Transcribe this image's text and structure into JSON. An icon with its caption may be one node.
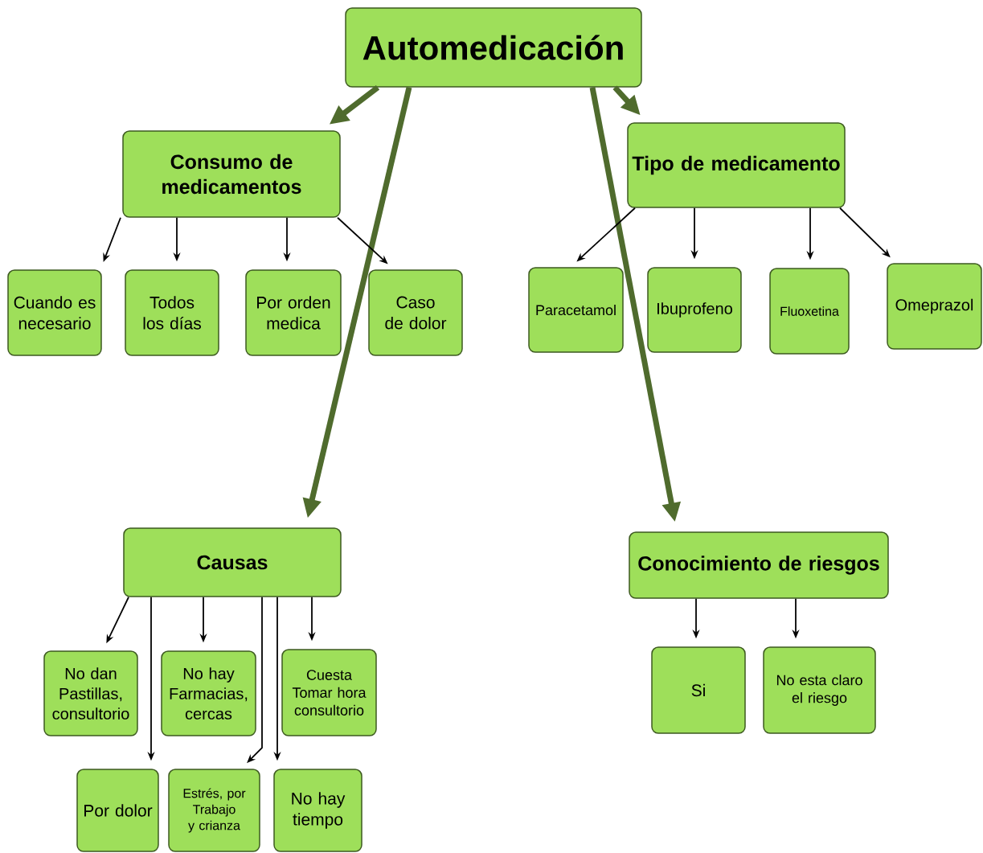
{
  "diagram": {
    "nodes": [
      {
        "text": [
          "Automedicación"
        ]
      },
      {
        "text": [
          "Consumo de medicamentos"
        ]
      },
      {
        "text": [
          "Tipo de medicamento"
        ]
      },
      {
        "text": [
          "Cuando es necesario"
        ]
      },
      {
        "text": [
          "Todos los días"
        ]
      },
      {
        "text": [
          "Por orden medica"
        ]
      },
      {
        "text": [
          "Caso de dolor"
        ]
      },
      {
        "text": [
          "Paracetamol"
        ]
      },
      {
        "text": [
          "Ibuprofeno"
        ]
      },
      {
        "text": [
          "Fluoxetina"
        ]
      },
      {
        "text": [
          "Omeprazol"
        ]
      },
      {
        "text": [
          "Causas"
        ]
      },
      {
        "text": [
          "Conocimiento de riesgos"
        ]
      },
      {
        "text": [
          "No dan Pastillas, consultorio"
        ]
      },
      {
        "text": [
          "No hay Farmacias, cercas"
        ]
      },
      {
        "text": [
          "Cuesta Tomar hora consultorio"
        ]
      },
      {
        "text": [
          "Por dolor"
        ]
      },
      {
        "text": [
          "Estrés, por Trabajo y crianza"
        ]
      },
      {
        "text": [
          "No hay tiempo"
        ]
      },
      {
        "text": [
          "Si"
        ]
      },
      {
        "text": [
          "No esta claro el riesgo"
        ]
      }
    ],
    "edges": [
      {
        "from": 0,
        "to": 1,
        "arrow": "to",
        "style": "thick",
        "color": "#4f6b2d"
      },
      {
        "from": 0,
        "to": 2,
        "arrow": "to",
        "style": "thick",
        "color": "#4f6b2d"
      },
      {
        "from": 0,
        "to": 11,
        "arrow": "to",
        "style": "thick",
        "color": "#4f6b2d"
      },
      {
        "from": 0,
        "to": 12,
        "arrow": "to",
        "style": "thick",
        "color": "#4f6b2d"
      },
      {
        "from": 1,
        "to": 3,
        "arrow": "to"
      },
      {
        "from": 1,
        "to": 4,
        "arrow": "to"
      },
      {
        "from": 1,
        "to": 5,
        "arrow": "to"
      },
      {
        "from": 1,
        "to": 6,
        "arrow": "to"
      },
      {
        "from": 2,
        "to": 7,
        "arrow": "to"
      },
      {
        "from": 2,
        "to": 8,
        "arrow": "to"
      },
      {
        "from": 2,
        "to": 9,
        "arrow": "to"
      },
      {
        "from": 2,
        "to": 10,
        "arrow": "to"
      },
      {
        "from": 11,
        "to": 13,
        "arrow": "to"
      },
      {
        "from": 11,
        "to": 16,
        "arrow": "to"
      },
      {
        "from": 11,
        "to": 14,
        "arrow": "to"
      },
      {
        "from": 11,
        "to": 17,
        "arrow": "to"
      },
      {
        "from": 11,
        "to": 18,
        "arrow": "to"
      },
      {
        "from": 11,
        "to": 15,
        "arrow": "to"
      },
      {
        "from": 12,
        "to": 19,
        "arrow": "to"
      },
      {
        "from": 12,
        "to": 20,
        "arrow": "to"
      }
    ]
  }
}
